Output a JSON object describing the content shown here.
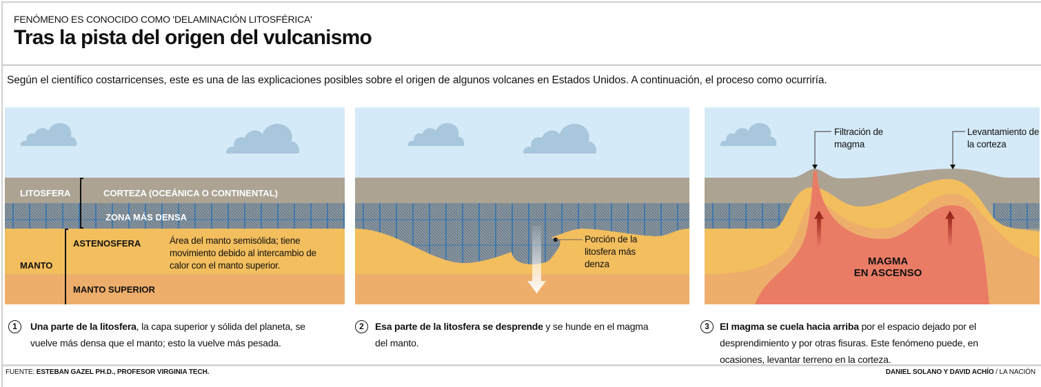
{
  "header": {
    "kicker": "FENÓMENO ES CONOCIDO COMO 'DELAMINACIÓN LITOSFÉRICA'",
    "title": "Tras la pista del origen del vulcanismo",
    "intro": "Según el científico costarricenses, este es una de las explicaciones posibles sobre el origen de algunos volcanes en Estados Unidos. A continuación, el proceso como ocurriría."
  },
  "colors": {
    "sky": "#d5eaf8",
    "cloud": "#a9c7dc",
    "crust": "#aca393",
    "dense_zone": "#8c9aa5",
    "grid": "#1f6db8",
    "asthenosphere": "#f3be5d",
    "upper_mantle": "#eeae6b",
    "magma": "#ea7c66"
  },
  "panel1": {
    "litosfera": "LITOSFERA",
    "corteza": "CORTEZA (OCEÁNICA O CONTINENTAL)",
    "zona": "ZONA MÁS DENSA",
    "astenosfera": "ASTENOSFERA",
    "astenosfera_desc": "Área del manto semisólida; tiene movimiento debido al intercambio de calor con el manto superior.",
    "manto": "MANTO",
    "manto_superior": "MANTO SUPERIOR"
  },
  "panel2": {
    "porcion_label": "Porción de la litosfera más denza"
  },
  "panel3": {
    "filtracion": "Filtración de magma",
    "levantamiento": "Levantamiento de la corteza",
    "magma_1": "MAGMA",
    "magma_2": "EN ASCENSO"
  },
  "steps": [
    {
      "num": "1",
      "bold": "Una parte de la litosfera",
      "text": ", la capa superior y sólida del planeta, se vuelve más densa que el manto; esto la vuelve más pesada."
    },
    {
      "num": "2",
      "bold": "Esa parte de la litosfera se desprende",
      "text": " y se hunde en el magma del manto."
    },
    {
      "num": "3",
      "bold": "El magma se cuela hacia arriba",
      "text": " por el espacio dejado por el desprendimiento y por otras fisuras. Este fenómeno puede, en ocasiones, levantar terreno en la corteza."
    }
  ],
  "footer": {
    "source_prefix": "FUENTE: ",
    "source": "ESTEBAN GAZEL PH.D., PROFESOR VIRGINIA TECH.",
    "authors": "DANIEL SOLANO Y DAVID ACHÍO",
    "outlet": " / LA NACIÓN"
  }
}
